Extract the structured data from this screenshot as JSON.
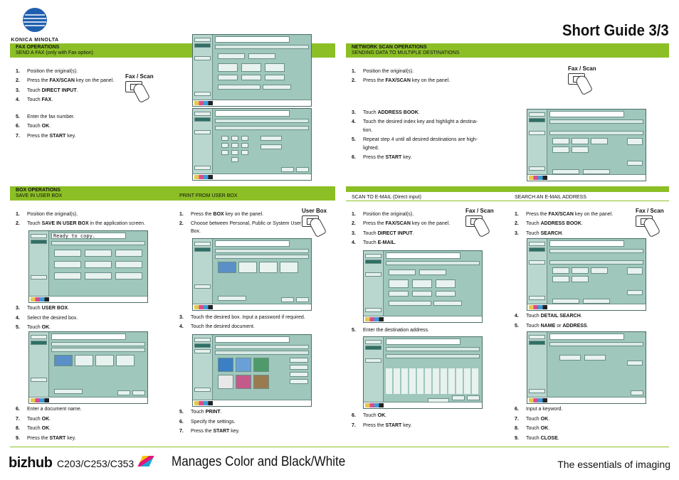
{
  "brand": {
    "company": "KONICA MINOLTA",
    "product_prefix": "bizhub",
    "models": "C203/C253/C353",
    "tagline": "Manages Color and Black/White",
    "slogan": "The essentials of imaging"
  },
  "page_title": "Short Guide 3/3",
  "keys": {
    "fax_scan": "Fax / Scan",
    "user_box": "User Box"
  },
  "sections": {
    "fax": {
      "title": "FAX OPERATIONS",
      "subtitle": "SEND A FAX (only with Fax option)",
      "steps": [
        {
          "n": "1.",
          "pre": "Position the original(s).",
          "bold": "",
          "post": ""
        },
        {
          "n": "2.",
          "pre": "Press the ",
          "bold": "FAX/SCAN",
          "post": " key on the panel."
        },
        {
          "n": "3.",
          "pre": "Touch ",
          "bold": "DIRECT INPUT",
          "post": "."
        },
        {
          "n": "4.",
          "pre": "Touch ",
          "bold": "FAX",
          "post": "."
        },
        {
          "n": "5.",
          "pre": "Enter the fax number.",
          "bold": "",
          "post": ""
        },
        {
          "n": "6.",
          "pre": "Touch ",
          "bold": "OK",
          "post": "."
        },
        {
          "n": "7.",
          "pre": "Press the ",
          "bold": "START",
          "post": " key."
        }
      ]
    },
    "network_scan": {
      "title": "NETWORK SCAN OPERATIONS",
      "subtitle": "SENDING DATA TO MULTIPLE DESTINATIONS",
      "steps": [
        {
          "n": "1.",
          "pre": "Position the original(s).",
          "bold": "",
          "post": ""
        },
        {
          "n": "2.",
          "pre": "Press the ",
          "bold": "FAX/SCAN",
          "post": " key on the panel."
        },
        {
          "n": "3.",
          "pre": "Touch ",
          "bold": "ADDRESS BOOK",
          "post": "."
        },
        {
          "n": "4.",
          "pre": "Touch the desired index key and highlight a destina-",
          "bold": "",
          "post": ""
        },
        {
          "n": "",
          "pre": "tion.",
          "bold": "",
          "post": ""
        },
        {
          "n": "5.",
          "pre": "Repeat step 4 until all desired destinations are high-",
          "bold": "",
          "post": ""
        },
        {
          "n": "",
          "pre": "lighted.",
          "bold": "",
          "post": ""
        },
        {
          "n": "6.",
          "pre": "Press the ",
          "bold": "START",
          "post": " key."
        }
      ]
    },
    "box": {
      "title": "BOX OPERATIONS",
      "subtitle": "SAVE IN USER BOX",
      "steps_a": [
        {
          "n": "1.",
          "pre": "Position the original(s).",
          "bold": "",
          "post": ""
        },
        {
          "n": "2.",
          "pre": "Touch ",
          "bold": "SAVE IN USER BOX",
          "post": " in the application screen."
        }
      ],
      "steps_b": [
        {
          "n": "3.",
          "pre": "Touch ",
          "bold": "USER BOX",
          "post": "."
        },
        {
          "n": "4.",
          "pre": "Select the desired box.",
          "bold": "",
          "post": ""
        },
        {
          "n": "5.",
          "pre": "Touch ",
          "bold": "OK",
          "post": "."
        }
      ],
      "steps_c": [
        {
          "n": "6.",
          "pre": "Enter a document name.",
          "bold": "",
          "post": ""
        },
        {
          "n": "7.",
          "pre": "Touch ",
          "bold": "OK",
          "post": "."
        },
        {
          "n": "8.",
          "pre": "Touch ",
          "bold": "OK",
          "post": "."
        },
        {
          "n": "9.",
          "pre": "Press the ",
          "bold": "START",
          "post": " key."
        }
      ]
    },
    "print_box": {
      "subtitle": "PRINT FROM USER BOX",
      "steps_a": [
        {
          "n": "1.",
          "pre": "Press the ",
          "bold": "BOX",
          "post": " key on the panel."
        },
        {
          "n": "2.",
          "pre": "Choose between Personal, Public or System User",
          "bold": "",
          "post": ""
        },
        {
          "n": "",
          "pre": "Box.",
          "bold": "",
          "post": ""
        }
      ],
      "steps_b": [
        {
          "n": "3.",
          "pre": "Touch the desired box. Input a password if required.",
          "bold": "",
          "post": ""
        },
        {
          "n": "4.",
          "pre": "Touch the desired document.",
          "bold": "",
          "post": ""
        }
      ],
      "steps_c": [
        {
          "n": "5.",
          "pre": "Touch ",
          "bold": "PRINT",
          "post": "."
        },
        {
          "n": "6.",
          "pre": "Specify the settings.",
          "bold": "",
          "post": ""
        },
        {
          "n": "7.",
          "pre": "Press the ",
          "bold": "START",
          "post": " key."
        }
      ]
    },
    "scan_email": {
      "subtitle": "SCAN TO E-MAIL (Direct input)",
      "steps_a": [
        {
          "n": "1.",
          "pre": "Position the original(s).",
          "bold": "",
          "post": ""
        },
        {
          "n": "2.",
          "pre": "Press the ",
          "bold": "FAX/SCAN",
          "post": " key on the panel."
        },
        {
          "n": "3.",
          "pre": "Touch ",
          "bold": "DIRECT INPUT",
          "post": "."
        },
        {
          "n": "4.",
          "pre": "Touch ",
          "bold": "E-MAIL",
          "post": "."
        }
      ],
      "steps_b": [
        {
          "n": "5.",
          "pre": "Enter the destination address.",
          "bold": "",
          "post": ""
        }
      ],
      "steps_c": [
        {
          "n": "6.",
          "pre": "Touch ",
          "bold": "OK",
          "post": "."
        },
        {
          "n": "7.",
          "pre": "Press the ",
          "bold": "START",
          "post": " key."
        }
      ]
    },
    "search_email": {
      "subtitle": "SEARCH AN E-MAIL ADDRESS",
      "steps_a": [
        {
          "n": "1.",
          "pre": "Press the ",
          "bold": "FAX/SCAN",
          "post": " key on the panel."
        },
        {
          "n": "2.",
          "pre": "Touch ",
          "bold": "ADDRESS BOOK",
          "post": "."
        },
        {
          "n": "3.",
          "pre": "Touch ",
          "bold": "SEARCH",
          "post": "."
        }
      ],
      "steps_b": [
        {
          "n": "4.",
          "pre": "Touch ",
          "bold": "DETAIL SEARCH",
          "post": "."
        },
        {
          "n": "5.",
          "pre": "Touch ",
          "bold": "NAME",
          "post": " or ",
          "bold2": "ADDRESS",
          "post2": "."
        }
      ],
      "steps_c": [
        {
          "n": "6.",
          "pre": "Input a keyword.",
          "bold": "",
          "post": ""
        },
        {
          "n": "7.",
          "pre": "Touch ",
          "bold": "OK",
          "post": "."
        },
        {
          "n": "8.",
          "pre": "Touch ",
          "bold": "OK",
          "post": "."
        },
        {
          "n": "9.",
          "pre": "Touch ",
          "bold": "CLOSE",
          "post": "."
        }
      ]
    }
  },
  "screen_text": {
    "ready": "Ready to copy."
  },
  "colors": {
    "band": "#8cbf26",
    "screen": "#9fc7bc",
    "screen_border": "#4a6d66"
  }
}
